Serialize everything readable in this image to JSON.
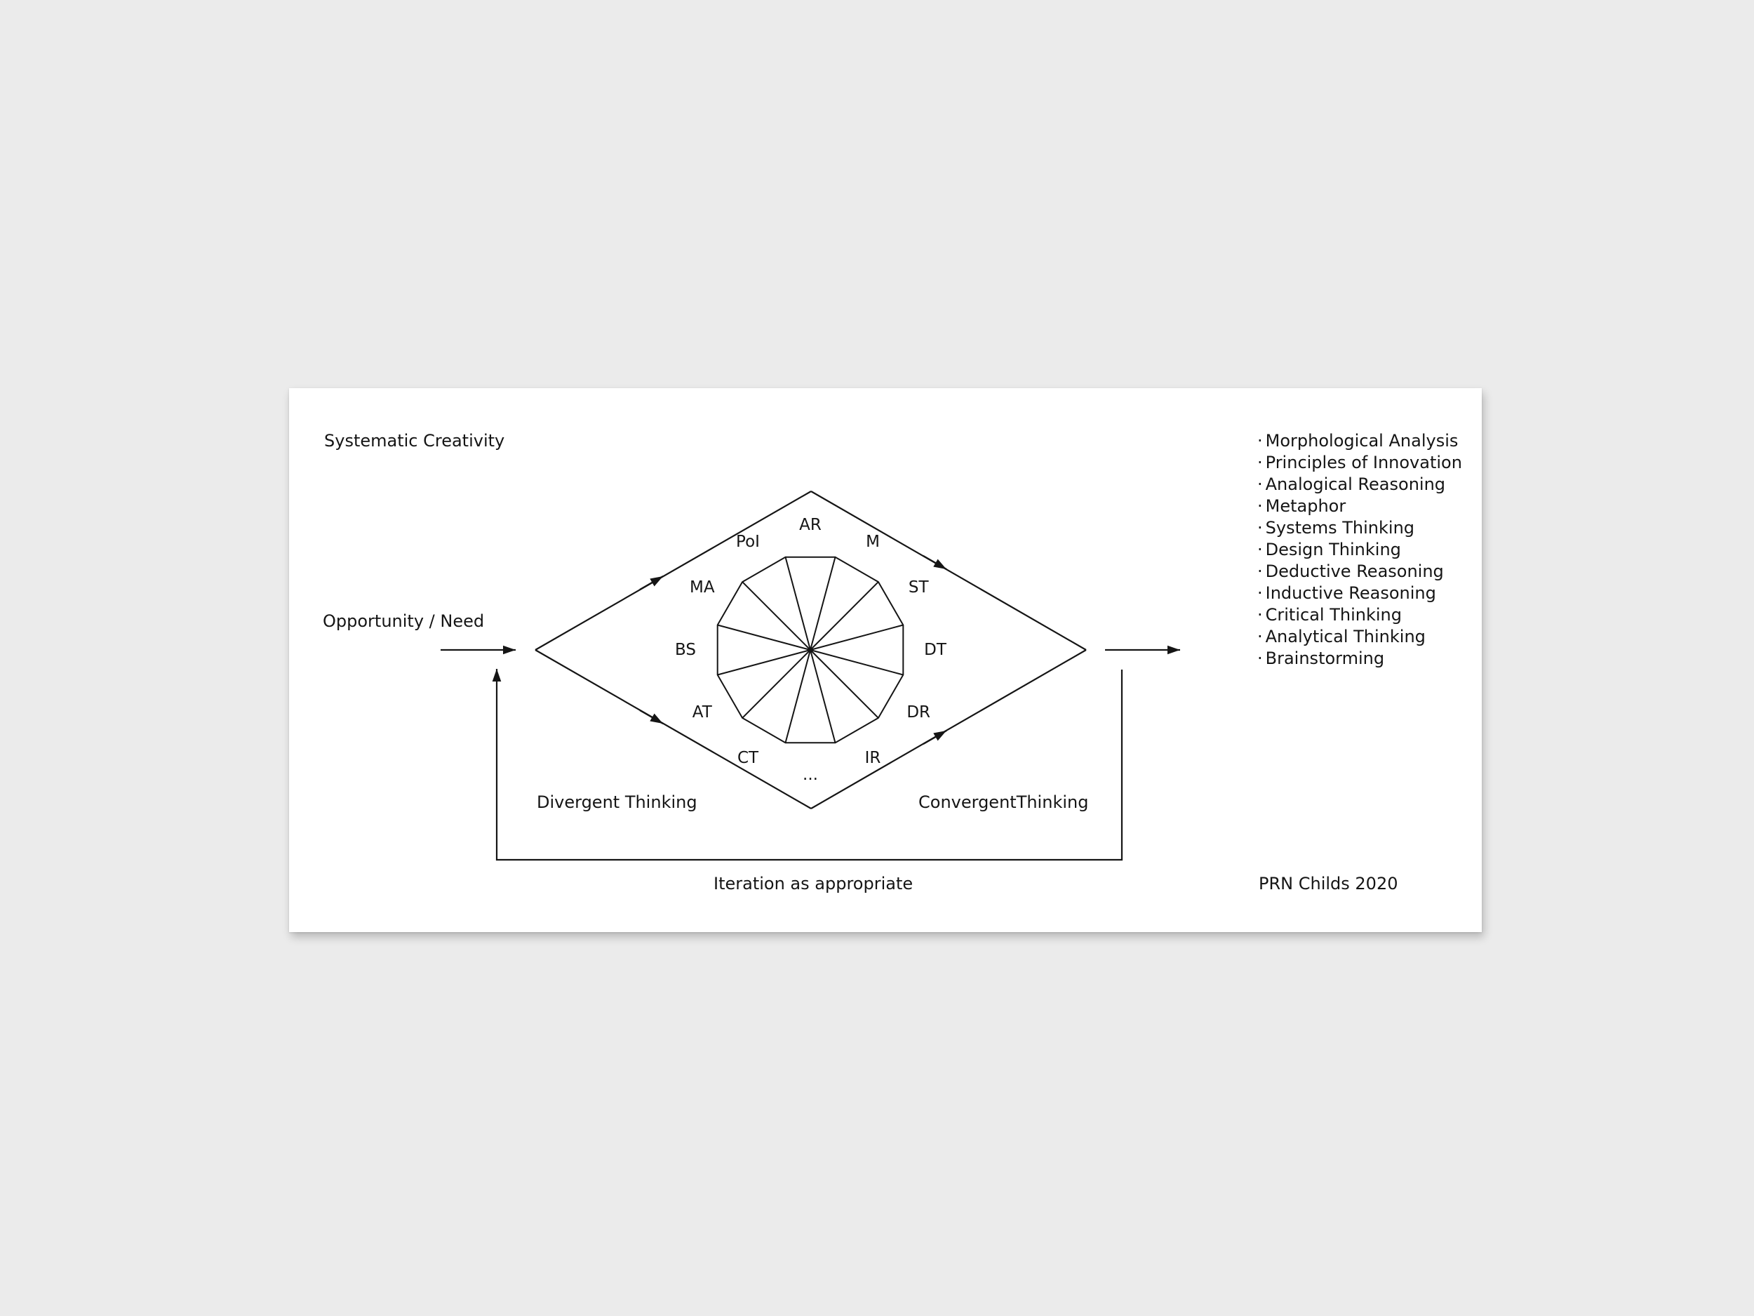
{
  "card": {
    "title": "Systematic Creativity",
    "input_label": "Opportunity / Need",
    "divergent_label": "Divergent Thinking",
    "convergent_label": "ConvergentThinking",
    "iteration_label": "Iteration as appropriate",
    "credit": "PRN Childs 2020"
  },
  "wheel": {
    "segments": [
      "AR",
      "M",
      "ST",
      "DT",
      "DR",
      "IR",
      "...",
      "CT",
      "AT",
      "BS",
      "MA",
      "PoI"
    ]
  },
  "methods": {
    "bullet": "·",
    "items": [
      "Morphological Analysis",
      "Principles of Innovation",
      "Analogical Reasoning",
      "Metaphor",
      "Systems Thinking",
      "Design Thinking",
      "Deductive Reasoning",
      "Inductive Reasoning",
      "Critical Thinking",
      "Analytical Thinking",
      "Brainstorming"
    ]
  },
  "colors": {
    "background": "#ebebeb",
    "card": "#ffffff",
    "ink": "#151515"
  }
}
